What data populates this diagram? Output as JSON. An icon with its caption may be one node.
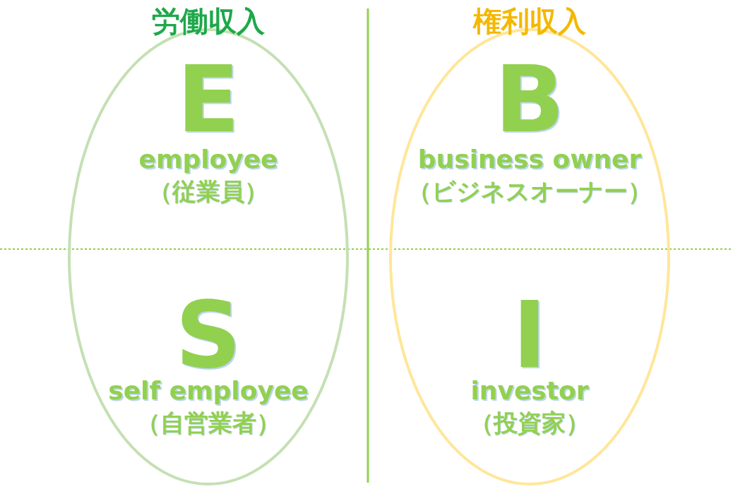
{
  "diagram": {
    "nodes": [
      {
        "text": [
          "労働収入",
          "E",
          "employee",
          "（従業員）",
          "S",
          "self employee",
          "（自営業者）"
        ]
      },
      {
        "text": [
          "権利収入",
          "B",
          "business owner",
          "（ビジネスオーナー）",
          "I",
          "investor",
          "（投資家）"
        ]
      }
    ],
    "edges": []
  }
}
